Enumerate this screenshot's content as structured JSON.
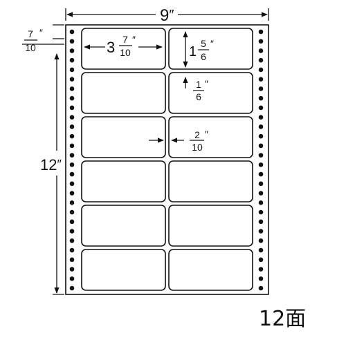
{
  "sheet": {
    "label_count_text": "12面",
    "columns": 2,
    "rows": 6,
    "feed_holes_per_side": 28
  },
  "dimensions": {
    "sheet_width": {
      "whole": "9",
      "unit": "″"
    },
    "sheet_height": {
      "whole": "12",
      "unit": "″"
    },
    "top_margin": {
      "num": "7",
      "den": "10",
      "unit": "″"
    },
    "label_width": {
      "whole": "3",
      "num": "7",
      "den": "10",
      "unit": "″"
    },
    "label_height": {
      "whole": "1",
      "num": "5",
      "den": "6",
      "unit": "″"
    },
    "row_gap": {
      "num": "1",
      "den": "6",
      "unit": "″"
    },
    "column_gap": {
      "num": "2",
      "den": "10",
      "unit": "″"
    }
  }
}
